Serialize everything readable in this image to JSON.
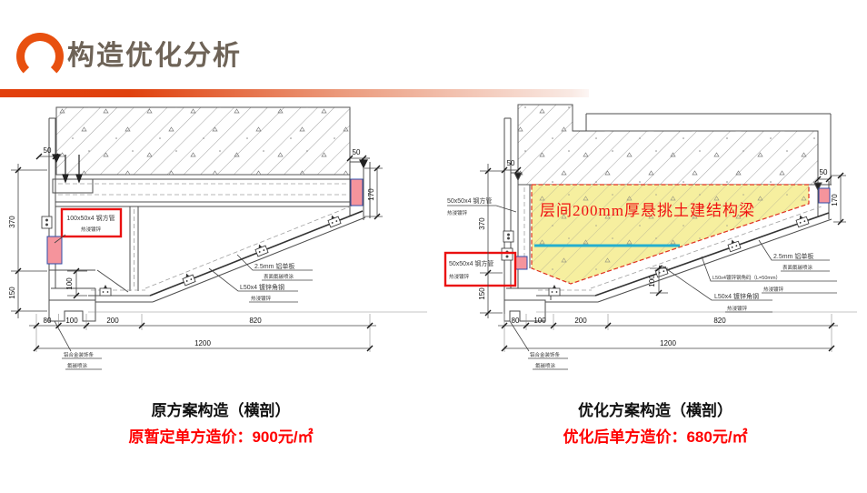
{
  "header": {
    "title": "构造优化分析"
  },
  "left": {
    "caption": "原方案构造（横剖）",
    "price": "原暂定单方造价：900元/㎡",
    "ann": {
      "tube1": "100x50x4 钢方管",
      "tube2": "热浸镀锌",
      "panel1": "2.5mm 铝单板",
      "panel2": "表面氟碳喷涂",
      "angle1": "L50x4 镀锌角钢",
      "angle2": "热浸镀锌",
      "trim1": "铝合金装饰条",
      "trim2": "氟碳喷涂"
    },
    "dims": {
      "d50": "50",
      "d370": "370",
      "d150": "150",
      "d170": "170",
      "d100": "100",
      "b80": "80",
      "b100": "100",
      "b200": "200",
      "b820": "820",
      "b1200": "1200"
    }
  },
  "right": {
    "caption": "优化方案构造（横剖）",
    "price": "优化后单方造价：680元/㎡",
    "beam_note": "层间200mm厚悬挑土建结构梁",
    "ann": {
      "tube_a1": "50x50x4 钢方管",
      "tube_a2": "热浸镀锌",
      "tube_b1": "50x50x4 钢方管",
      "tube_b2": "热浸镀锌",
      "panel1": "2.5mm 铝单板",
      "panel2": "表面氟碳喷涂",
      "bracket1": "L50x4镀锌钢角码（L=50mm）",
      "bracket2": "热浸镀锌",
      "angle1": "L50x4 镀锌角钢",
      "angle2": "热浸镀锌",
      "trim1": "铝合金装饰条",
      "trim2": "氟碳喷涂"
    },
    "dims": {
      "d50": "50",
      "d370": "370",
      "d150": "150",
      "d170": "170",
      "d100": "100",
      "b80": "80",
      "b100": "100",
      "b200": "200",
      "b820": "820",
      "b1200": "1200"
    }
  },
  "colors": {
    "accent_orange": "#e8500f",
    "title_gray": "#6e6357",
    "price_red": "#ff0000",
    "highlight_pink": "#f5949c",
    "highlight_yellow": "#f6ef9f",
    "beam_text_red": "#f01010",
    "cyan_line": "#25afce",
    "red_callout_box": "#ea1010"
  }
}
